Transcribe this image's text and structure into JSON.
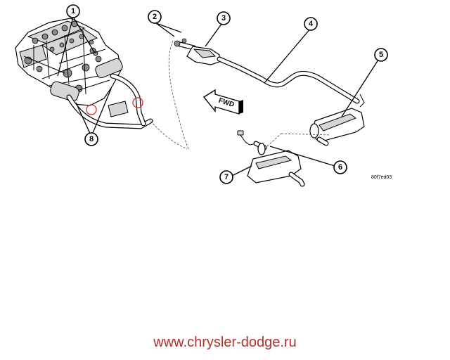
{
  "diagram": {
    "callouts": [
      "1",
      "2",
      "3",
      "4",
      "5",
      "6",
      "7",
      "8"
    ],
    "direction_label": "FWD",
    "figure_code": "80f7ed03",
    "highlight_color": "#e0201c"
  },
  "footer": {
    "watermark": "www.chrysler-dodge.ru",
    "watermark_color": "#b5302a"
  }
}
